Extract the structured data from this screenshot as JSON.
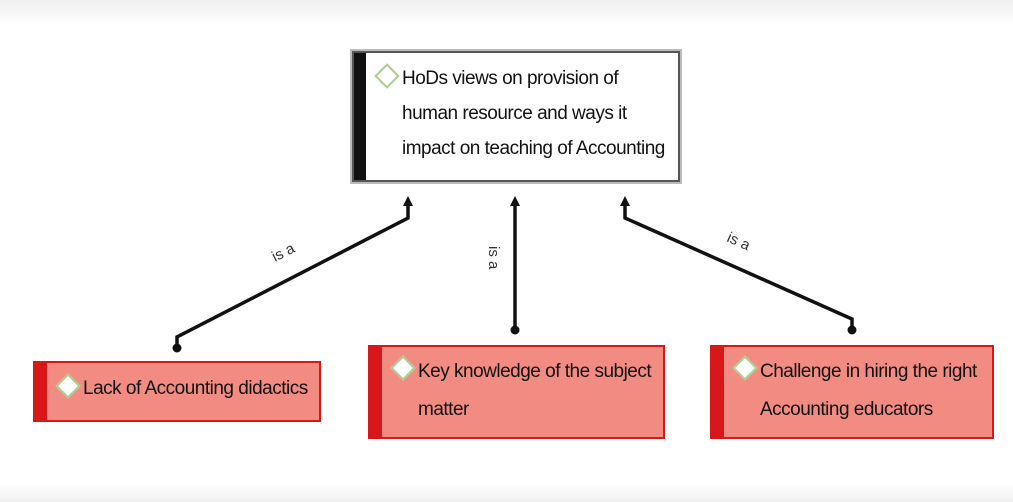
{
  "main_node": {
    "text": "HoDs views on provision of human resource and ways it impact on teaching of Accounting",
    "bar_color": "#111111"
  },
  "child_nodes": [
    {
      "text": "Lack of Accounting didactics"
    },
    {
      "text": "Key knowledge of the subject matter"
    },
    {
      "text": "Challenge in hiring the right Accounting educators"
    }
  ],
  "links": [
    {
      "label": "is a"
    },
    {
      "label": "is a"
    },
    {
      "label": "is a"
    }
  ],
  "colors": {
    "child_fill": "#f28b82",
    "child_border": "#d81818",
    "diamond": "#a9cf8f",
    "connector": "#111111"
  }
}
